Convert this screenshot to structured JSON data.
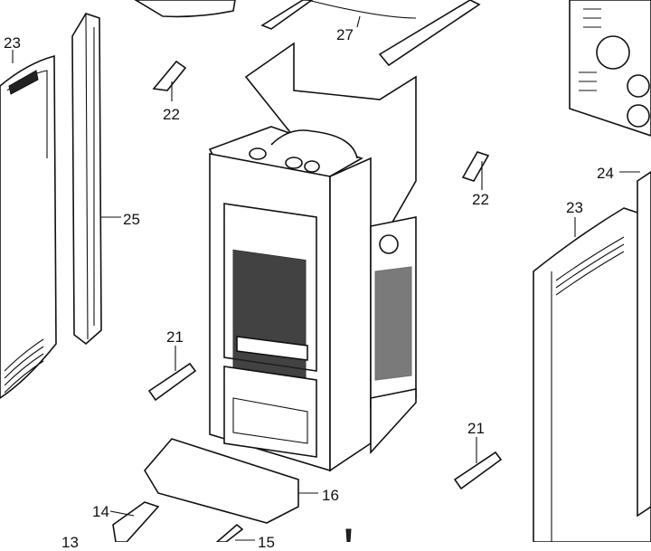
{
  "diagram": {
    "type": "exploded-parts-view",
    "part_labels": [
      {
        "id": "l23a",
        "text": "23"
      },
      {
        "id": "l27",
        "text": "27"
      },
      {
        "id": "l22a",
        "text": "22"
      },
      {
        "id": "l25",
        "text": "25"
      },
      {
        "id": "l22b",
        "text": "22"
      },
      {
        "id": "l24",
        "text": "24"
      },
      {
        "id": "l23b",
        "text": "23"
      },
      {
        "id": "l21a",
        "text": "21"
      },
      {
        "id": "l21b",
        "text": "21"
      },
      {
        "id": "l16",
        "text": "16"
      },
      {
        "id": "l14",
        "text": "14"
      },
      {
        "id": "l13",
        "text": "13"
      },
      {
        "id": "l15",
        "text": "15"
      }
    ]
  }
}
